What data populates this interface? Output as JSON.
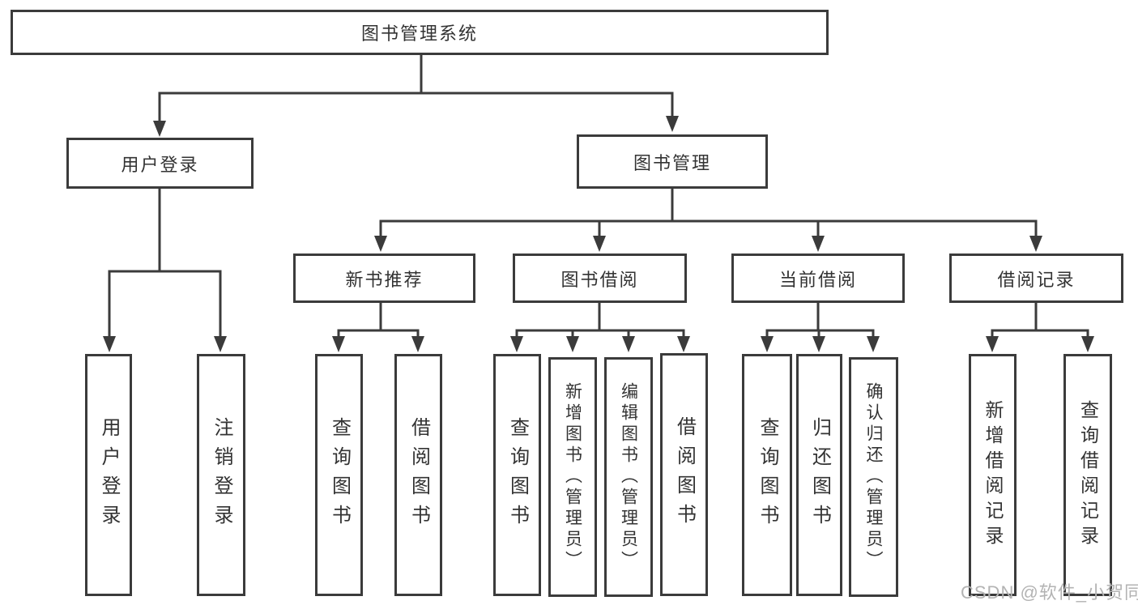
{
  "diagram_type": "hierarchy-tree",
  "colors": {
    "line": "#3b3b3b",
    "text": "#333333",
    "background": "#ffffff",
    "watermark": "#b3b3b3"
  },
  "tree": {
    "label": "图书管理系统",
    "children": [
      {
        "label": "用户登录",
        "children": [
          {
            "label": "用户登录"
          },
          {
            "label": "注销登录"
          }
        ]
      },
      {
        "label": "图书管理",
        "children": [
          {
            "label": "新书推荐",
            "children": [
              {
                "label": "查询图书"
              },
              {
                "label": "借阅图书"
              }
            ]
          },
          {
            "label": "图书借阅",
            "children": [
              {
                "label": "查询图书"
              },
              {
                "label": "新增图书（管理员）"
              },
              {
                "label": "编辑图书（管理员）"
              },
              {
                "label": "借阅图书"
              }
            ]
          },
          {
            "label": "当前借阅",
            "children": [
              {
                "label": "查询图书"
              },
              {
                "label": "归还图书"
              },
              {
                "label": "确认归还（管理员）"
              }
            ]
          },
          {
            "label": "借阅记录",
            "children": [
              {
                "label": "新增借阅记录"
              },
              {
                "label": "查询借阅记录"
              }
            ]
          }
        ]
      }
    ]
  },
  "watermark": {
    "text": "CSDN @软件_小贺同学"
  }
}
